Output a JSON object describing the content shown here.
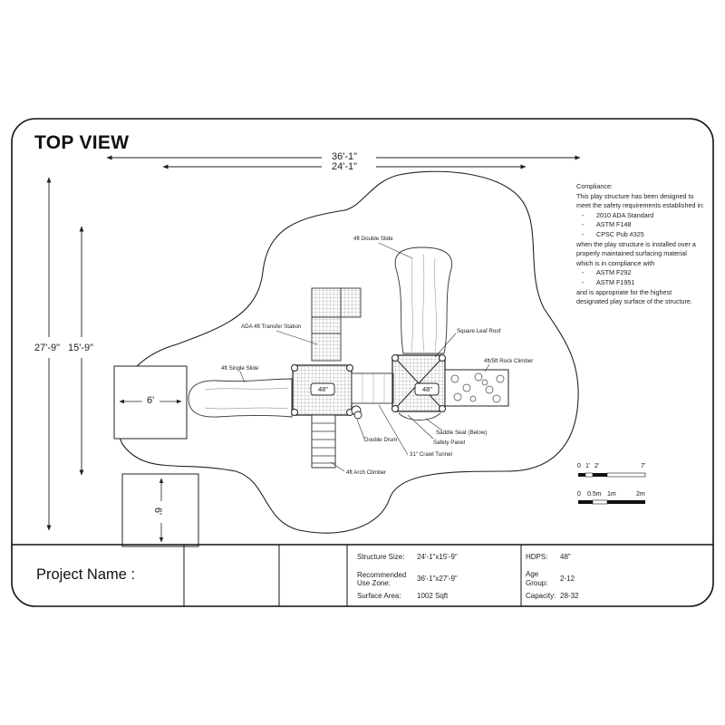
{
  "title": "TOP VIEW",
  "dimensions": {
    "overall_width": "36'-1\"",
    "structure_width": "24'-1\"",
    "overall_depth": "27'-9\"",
    "structure_depth": "15'-9\"",
    "pad_width": "6'",
    "pad_depth": "6'"
  },
  "compliance": {
    "heading": "Compliance:",
    "line1": "This play structure has been designed to",
    "line2": "meet the safety requirements established in:",
    "std1": "2010 ADA Standard",
    "std2": "ASTM F148",
    "std3": "CPSC Pub #325",
    "line3": "when the play structure is installed over a",
    "line4": "properly maintained surfacing material",
    "line5": "which is in compliance with",
    "std4": "ASTM F292",
    "std5": "ASTM F1951",
    "line6": "and is appropriate for the highest",
    "line7": "designated play surface of the structure."
  },
  "components": {
    "double_slide": "4ft Double Slide",
    "transfer_station": "ADA 4ft Transfer Station",
    "single_slide": "4ft Single Slide",
    "square_leaf_roof": "Square Leaf Roof",
    "rock_climber": "4ft/5ft Rock Climber",
    "saddle_seat": "Saddle Seat  (Below)",
    "safety_panel": "Safety Panel",
    "crawl_tunnel": "31\" Crawl Tunnel",
    "double_drum": "Double Drum",
    "arch_climber": "4ft Arch Climber",
    "deck_left": "48\"",
    "deck_right": "48\""
  },
  "scale_ft": {
    "t0": "0",
    "t1": "1'",
    "t2": "2'",
    "t3": "7'"
  },
  "scale_m": {
    "t0": "0",
    "t1": "0.5m",
    "t2": "1m",
    "t3": "2m"
  },
  "title_block": {
    "project_name_label": "Project Name :",
    "structure_size_label": "Structure Size:",
    "structure_size_value": "24'-1\"x15'-9\"",
    "use_zone_label1": "Recommended",
    "use_zone_label2": "Use Zone:",
    "use_zone_value": "36'-1\"x27'-9\"",
    "surface_area_label": "Surface Area:",
    "surface_area_value": "1002 Sqft",
    "hdps_label": "HDPS:",
    "hdps_value": "48\"",
    "age_label1": "Age",
    "age_label2": "Group:",
    "age_value": "2-12",
    "capacity_label": "Capacity:",
    "capacity_value": "28-32"
  }
}
